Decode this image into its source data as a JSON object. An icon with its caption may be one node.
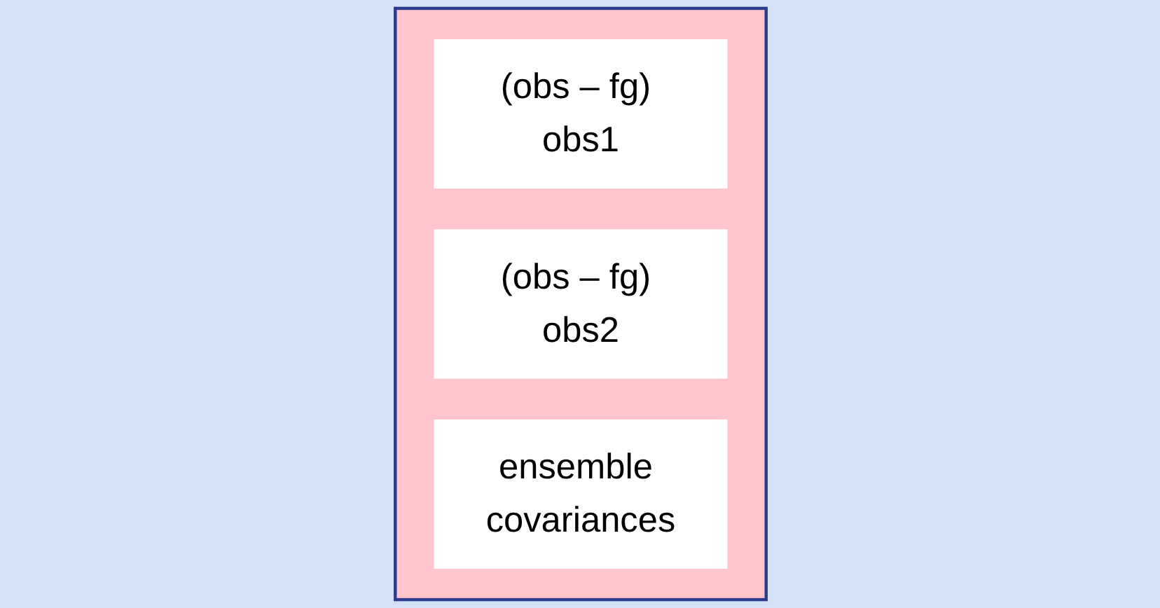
{
  "diagram": {
    "nodes": [
      {
        "text": [],
        "shape": "box"
      },
      {
        "text": [
          "(obs – fg) obs1"
        ],
        "in": 0
      },
      {
        "text": [
          "(obs – fg) obs2"
        ],
        "in": 0
      },
      {
        "text": [
          "ensemble covariances"
        ],
        "in": 0
      }
    ],
    "edges": []
  }
}
